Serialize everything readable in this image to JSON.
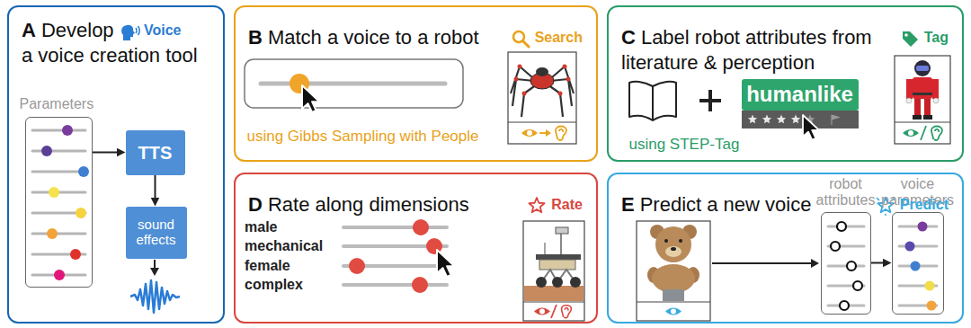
{
  "diagram": {
    "nodes": [
      {
        "text": [
          "A",
          "Develop a voice creation tool",
          "Voice"
        ]
      },
      {
        "text": [
          "Parameters"
        ],
        "in": 0
      },
      {
        "text": [
          "TTS"
        ],
        "in": 0
      },
      {
        "text": [
          "sound effects"
        ],
        "in": 0
      },
      {
        "text": [
          "B",
          "Match a voice to a robot",
          "Search",
          "using Gibbs Sampling with People"
        ]
      },
      {
        "text": [
          "C",
          "Label robot attributes from literature & perception",
          "Tag",
          "using STEP-Tag"
        ]
      },
      {
        "text": [
          "humanlike"
        ],
        "in": 5
      },
      {
        "text": [
          "D",
          "Rate along dimensions",
          "Rate"
        ]
      },
      {
        "text": [
          "E",
          "Predict a new voice",
          "Predict"
        ]
      },
      {
        "text": [
          "robot attributes"
        ],
        "in": 8
      },
      {
        "text": [
          "voice parameters"
        ],
        "in": 8
      }
    ],
    "edges": [
      {
        "from": 1,
        "to": 2,
        "arrow": "to"
      },
      {
        "from": 2,
        "to": 3,
        "arrow": "to"
      },
      {
        "from": 9,
        "to": 10,
        "arrow": "to"
      }
    ],
    "labels": [
      "male",
      "mechanical",
      "female",
      "complex"
    ]
  }
}
